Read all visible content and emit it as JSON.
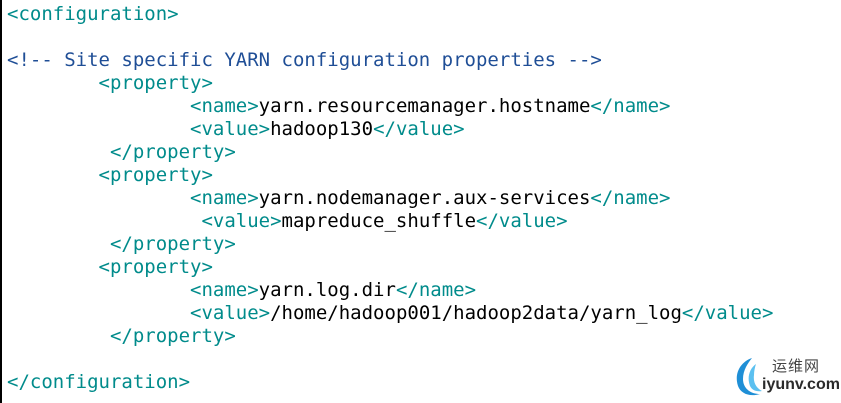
{
  "colors": {
    "tag": "#008b8b",
    "comment": "#1f4e96",
    "text": "#000000",
    "background": "#ffffff"
  },
  "lines": [
    [
      {
        "k": "tag",
        "t": "<configuration>"
      }
    ],
    [],
    [
      {
        "k": "comment",
        "t": "<!-- Site specific YARN configuration properties -->"
      }
    ],
    [
      {
        "k": "txt",
        "t": "        "
      },
      {
        "k": "tag",
        "t": "<property>"
      }
    ],
    [
      {
        "k": "txt",
        "t": "                "
      },
      {
        "k": "tag",
        "t": "<name>"
      },
      {
        "k": "txt",
        "t": "yarn.resourcemanager.hostname"
      },
      {
        "k": "tag",
        "t": "</name>"
      }
    ],
    [
      {
        "k": "txt",
        "t": "                "
      },
      {
        "k": "tag",
        "t": "<value>"
      },
      {
        "k": "txt",
        "t": "hadoop130"
      },
      {
        "k": "tag",
        "t": "</value>"
      }
    ],
    [
      {
        "k": "txt",
        "t": "         "
      },
      {
        "k": "tag",
        "t": "</property>"
      }
    ],
    [
      {
        "k": "txt",
        "t": "        "
      },
      {
        "k": "tag",
        "t": "<property>"
      }
    ],
    [
      {
        "k": "txt",
        "t": "                "
      },
      {
        "k": "tag",
        "t": "<name>"
      },
      {
        "k": "txt",
        "t": "yarn.nodemanager.aux-services"
      },
      {
        "k": "tag",
        "t": "</name>"
      }
    ],
    [
      {
        "k": "txt",
        "t": "                 "
      },
      {
        "k": "tag",
        "t": "<value>"
      },
      {
        "k": "txt",
        "t": "mapreduce_shuffle"
      },
      {
        "k": "tag",
        "t": "</value>"
      }
    ],
    [
      {
        "k": "txt",
        "t": "         "
      },
      {
        "k": "tag",
        "t": "</property>"
      }
    ],
    [
      {
        "k": "txt",
        "t": "        "
      },
      {
        "k": "tag",
        "t": "<property>"
      }
    ],
    [
      {
        "k": "txt",
        "t": "                "
      },
      {
        "k": "tag",
        "t": "<name>"
      },
      {
        "k": "txt",
        "t": "yarn.log.dir"
      },
      {
        "k": "tag",
        "t": "</name>"
      }
    ],
    [
      {
        "k": "txt",
        "t": "                "
      },
      {
        "k": "tag",
        "t": "<value>"
      },
      {
        "k": "txt",
        "t": "/home/hadoop001/hadoop2data/yarn_log"
      },
      {
        "k": "tag",
        "t": "</value>"
      }
    ],
    [
      {
        "k": "txt",
        "t": "         "
      },
      {
        "k": "tag",
        "t": "</property>"
      }
    ],
    [],
    [
      {
        "k": "tag",
        "t": "</configuration>"
      }
    ]
  ],
  "watermark": {
    "cn_text": "运维网",
    "en_text": "iyunv.com",
    "logo_icon": "swoosh-logo-icon"
  }
}
